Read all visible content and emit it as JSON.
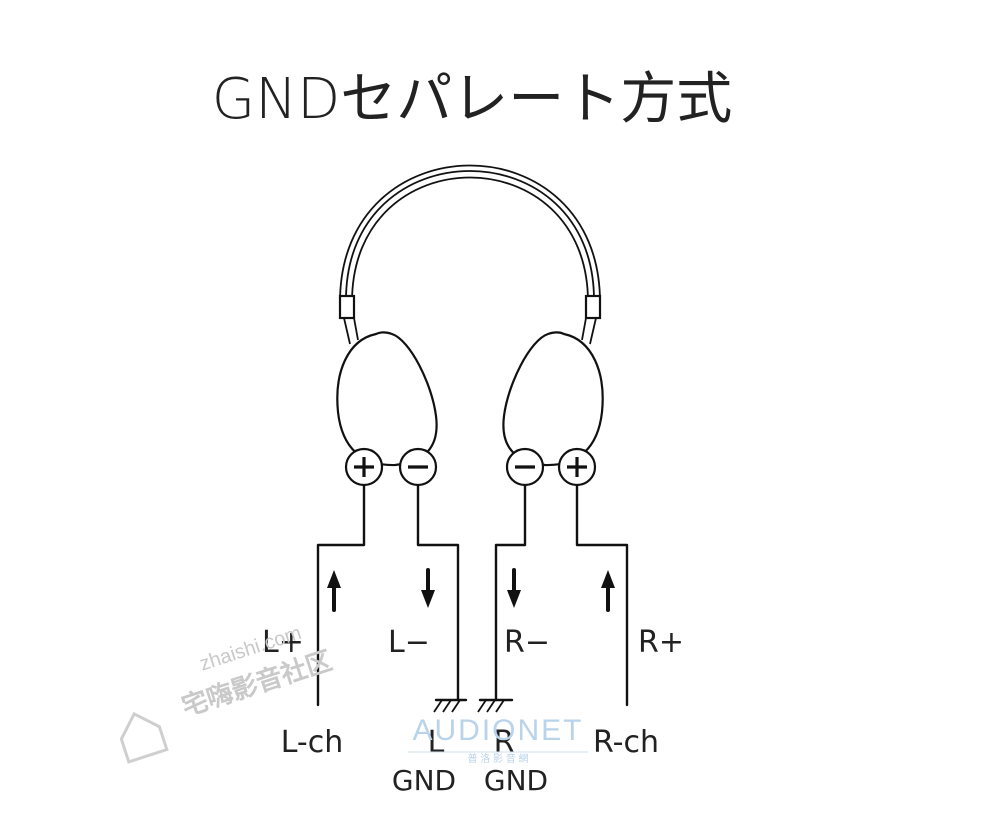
{
  "title": "GNDセパレート方式",
  "terminals": {
    "left_plus": "+",
    "left_minus": "−",
    "right_minus": "−",
    "right_plus": "+"
  },
  "wire_labels": {
    "left_plus": "L+",
    "left_minus": "L−",
    "right_minus": "R−",
    "right_plus": "R+"
  },
  "bottom_labels": {
    "left_channel": "L-ch",
    "left_gnd_top": "L",
    "left_gnd_bottom": "GND",
    "right_gnd_top": "R",
    "right_gnd_bottom": "GND",
    "right_channel": "R-ch"
  },
  "watermarks": {
    "site_url": "zhaishi.com",
    "site_name": "宅嗨影音社区",
    "brand": "AUDIONET",
    "brand_sub": "普 洛 影 音 網"
  }
}
